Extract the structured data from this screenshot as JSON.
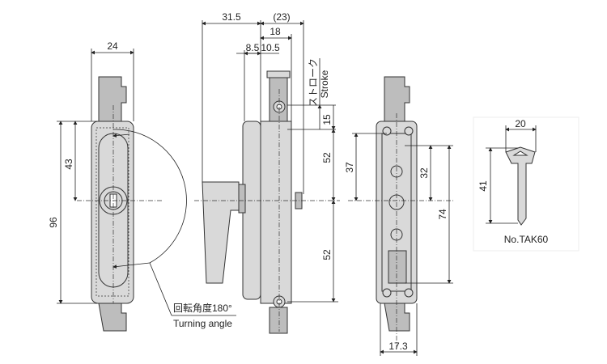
{
  "front_view": {
    "width_dim": "24",
    "height_dim": "96",
    "center_dim": "43"
  },
  "turning": {
    "label_jp": "回転角度180°",
    "label_en": "Turning angle"
  },
  "side_view": {
    "dim_31_5": "31.5",
    "dim_23": "(23)",
    "dim_18": "18",
    "dim_8_5": "8.5",
    "dim_10_5": "10.5",
    "stroke_jp": "ストローク",
    "stroke_en": "Stroke",
    "dim_15": "15",
    "dim_52_top": "52",
    "dim_52_bottom": "52"
  },
  "rear_view": {
    "dim_37": "37",
    "dim_32": "32",
    "dim_74": "74",
    "dim_17_3": "17.3"
  },
  "key": {
    "width_dim": "20",
    "height_dim": "41",
    "model": "No.TAK60"
  }
}
